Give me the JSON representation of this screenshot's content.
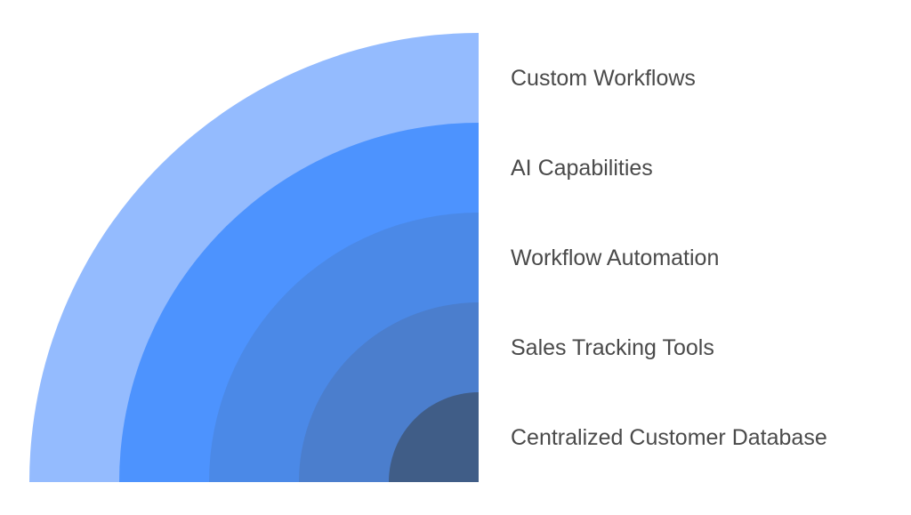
{
  "diagram": {
    "layers": [
      {
        "label": "Custom Workflows",
        "color": "#94bbfe"
      },
      {
        "label": "AI Capabilities",
        "color": "#4d93fe"
      },
      {
        "label": "Workflow Automation",
        "color": "#4b89e7"
      },
      {
        "label": "Sales Tracking Tools",
        "color": "#4b7ecd"
      },
      {
        "label": "Centralized Customer Database",
        "color": "#405d87"
      }
    ]
  }
}
